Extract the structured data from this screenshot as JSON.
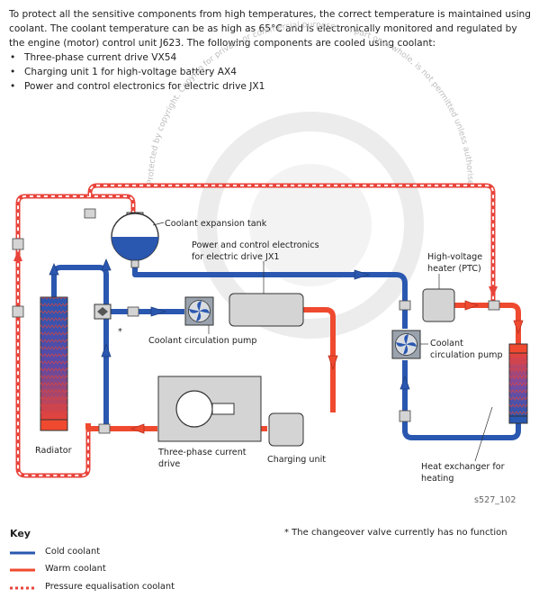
{
  "intro": {
    "paragraph": "To protect all the sensitive components from high temperatures, the correct temperature is maintained using coolant. The coolant temperature can be as high as 65°C and is electronically monitored and regulated by the engine (motor) control unit J623. The following components are cooled using coolant:",
    "bullets": [
      "Three-phase current drive VX54",
      "Charging unit 1 for high-voltage battery AX4",
      "Power and control electronics for electric drive JX1"
    ]
  },
  "watermark": "Protected by copyright. Copying for private or commercial purposes, in part or in whole, is not permitted unless authorised by Volkswagen AG. Volkswagen AG does not guarantee or accept any liability",
  "labels": {
    "expansion_tank": "Coolant expansion tank",
    "power_electronics_1": "Power and control electronics",
    "power_electronics_2": "for electric drive JX1",
    "hv_heater_1": "High-voltage",
    "hv_heater_2": "heater (PTC)",
    "pump_left": "Coolant circulation pump",
    "pump_right_1": "Coolant",
    "pump_right_2": "circulation pump",
    "valve_asterisk": "*",
    "radiator": "Radiator",
    "drive_1": "Three-phase current",
    "drive_2": "drive",
    "charging_unit": "Charging unit",
    "heat_exchanger_1": "Heat exchanger for",
    "heat_exchanger_2": "heating",
    "figure_code": "s527_102"
  },
  "key": {
    "title": "Key",
    "items": [
      {
        "label": "Cold coolant",
        "color": "#2a57b0"
      },
      {
        "label": "Warm coolant",
        "color": "#ef4a2f"
      },
      {
        "label": "Pressure equalisation coolant",
        "color": "#e8433a"
      }
    ],
    "footnote": "* The changeover valve currently has no function"
  },
  "colors": {
    "cold": "#2a57b0",
    "warm": "#ef4a2f",
    "pressure": "#e8433a",
    "component": "#d4d4d4"
  }
}
